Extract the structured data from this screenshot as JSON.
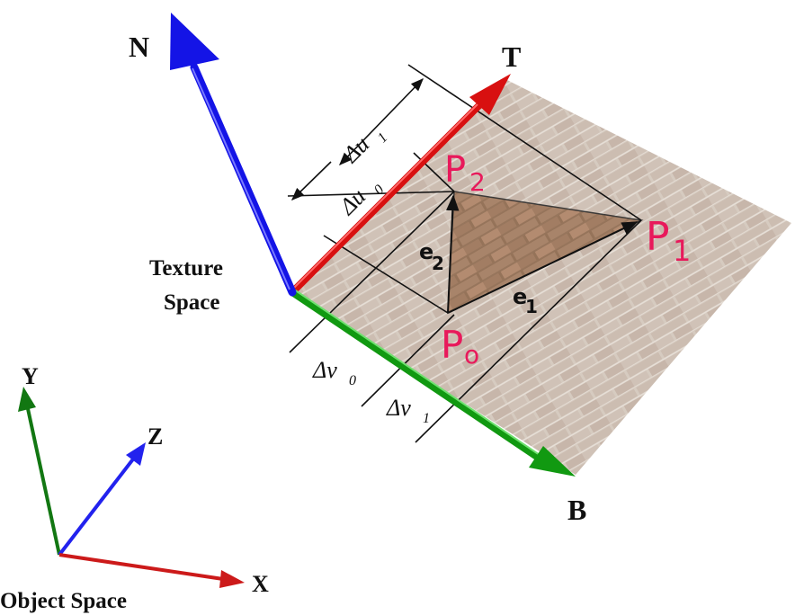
{
  "frame_labels": {
    "normal": "N",
    "tangent": "T",
    "bitangent": "B",
    "texture_space_line1": "Texture",
    "texture_space_line2": "Space"
  },
  "deltas": {
    "du1": "Δu",
    "du1_sub": "1",
    "du0": "Δu",
    "du0_sub": "0",
    "dv0": "Δv",
    "dv0_sub": "0",
    "dv1": "Δv",
    "dv1_sub": "1"
  },
  "points": {
    "p0": "P",
    "p0_sub": "o",
    "p1": "P",
    "p1_sub": "1",
    "p2": "P",
    "p2_sub": "2"
  },
  "edges": {
    "e1": "e",
    "e1_sub": "1",
    "e2": "e",
    "e2_sub": "2"
  },
  "object_space": {
    "y": "Y",
    "z": "Z",
    "x": "X",
    "title": "Object Space"
  },
  "colors": {
    "normal_axis": "#1a1aff",
    "tangent_axis": "#ff1a1a",
    "bitangent_axis": "#11a011",
    "point_labels": "#e8195b",
    "texture_plane": "#d8cfc6",
    "triangle_fill": "#a0785a"
  }
}
